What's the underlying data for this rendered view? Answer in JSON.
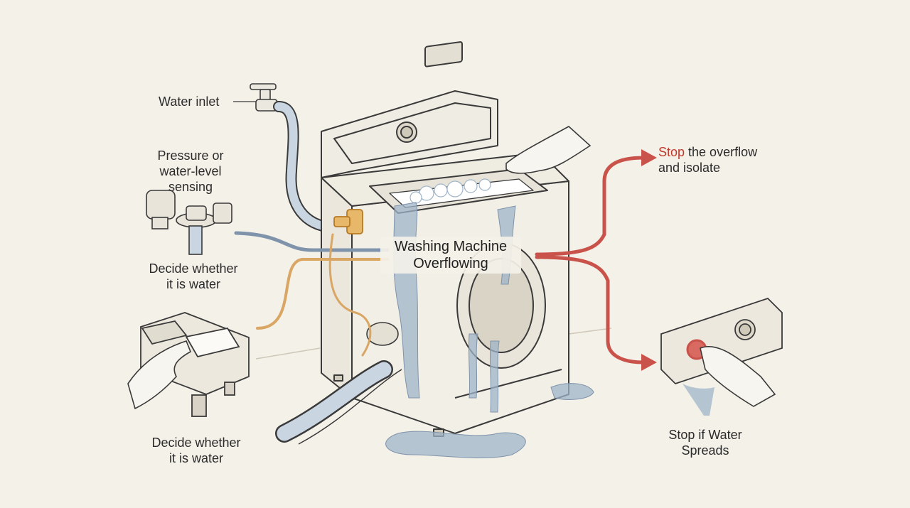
{
  "labels": {
    "water_inlet": "Water inlet",
    "pressure_line1": "Pressure or",
    "pressure_line2": "water-level",
    "pressure_line3": "sensing",
    "decide1_line1": "Decide whether",
    "decide1_line2": "it is water",
    "decide2_line1": "Decide whether",
    "decide2_line2": "it is water",
    "center_line1": "Washing Machine",
    "center_line2": "Overflowing",
    "stop_accent": "Stop",
    "stop_rest": " the overflow",
    "stop_line2": "and isolate",
    "spread_line1": "Stop if Water",
    "spread_line2": "Spreads"
  },
  "colors": {
    "background": "#f4f1e8",
    "ink": "#3a3a3a",
    "water": "#9fb4c8",
    "blue_line": "#7f93ab",
    "orange_line": "#d9a664",
    "red_arrow": "#c9534a",
    "accent_text": "#c0392b"
  }
}
